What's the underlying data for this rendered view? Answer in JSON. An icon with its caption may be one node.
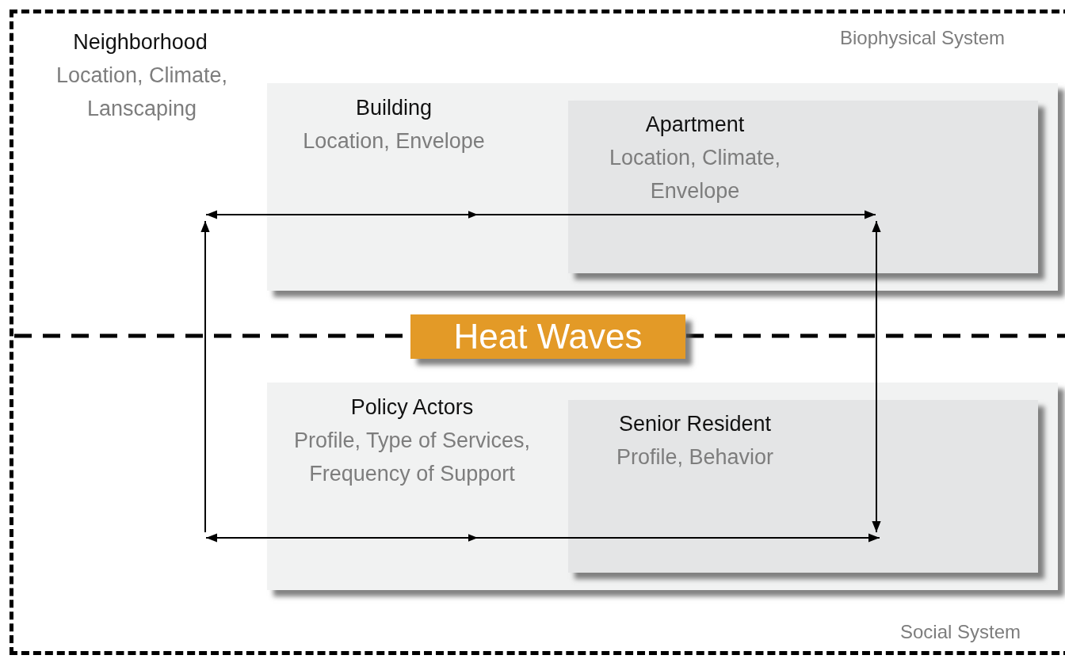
{
  "diagram": {
    "nodes": [
      {
        "text": [
          "Neighborhood",
          "Location, Climate, Lanscaping"
        ]
      },
      {
        "text": [
          "Building",
          "Location, Envelope"
        ],
        "in": 0
      },
      {
        "text": [
          "Apartment",
          "Location, Climate, Envelope"
        ],
        "in": 1
      },
      {
        "text": [
          "Heat Waves"
        ],
        "in": 0
      },
      {
        "text": [
          "Policy Actors",
          "Profile, Type of Services, Frequency of Support"
        ],
        "in": 0
      },
      {
        "text": [
          "Senior Resident",
          "Profile, Behavior"
        ],
        "in": 4
      }
    ],
    "edges": [
      {
        "from": null,
        "to": 2,
        "arrow": "both"
      },
      {
        "from": 2,
        "to": 5,
        "arrow": "both"
      },
      {
        "from": null,
        "to": 5,
        "arrow": "both"
      }
    ],
    "labels": [
      "Biophysical System",
      "Social System"
    ]
  }
}
